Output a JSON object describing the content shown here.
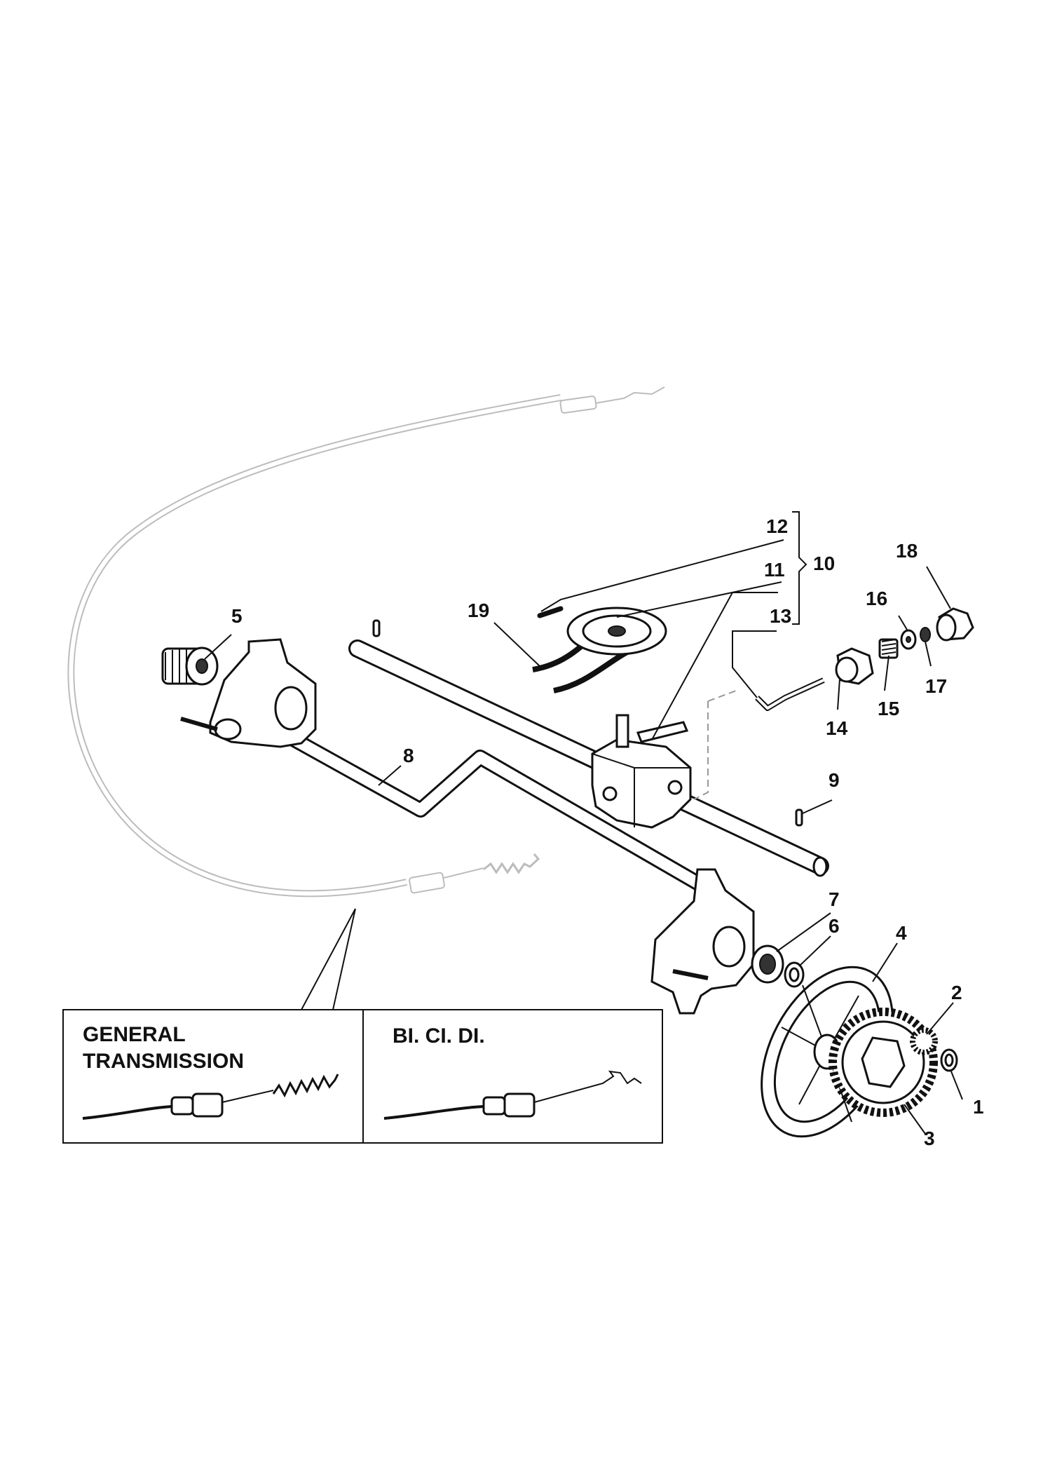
{
  "callouts": {
    "c1": "1",
    "c2": "2",
    "c3": "3",
    "c4": "4",
    "c5": "5",
    "c6": "6",
    "c7": "7",
    "c8": "8",
    "c9": "9",
    "c10": "10",
    "c11": "11",
    "c12": "12",
    "c13": "13",
    "c14": "14",
    "c15": "15",
    "c16": "16",
    "c17": "17",
    "c18": "18",
    "c19": "19"
  },
  "variants_box": {
    "left_label_line1": "GENERAL",
    "left_label_line2": "TRANSMISSION",
    "right_label": "BI. CI. DI."
  }
}
